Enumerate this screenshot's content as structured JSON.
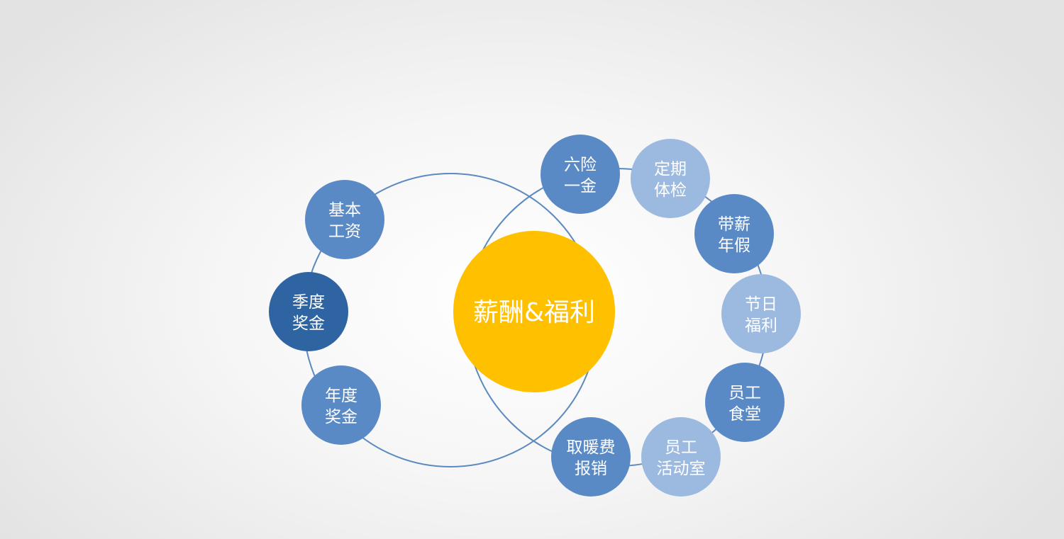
{
  "colors": {
    "center": "#FFC000",
    "medium": "#5A8AC6",
    "dark": "#2F64A3",
    "light": "#9CBAE0",
    "ring": "#5B8AC0"
  },
  "center": {
    "label": "薪酬&福利"
  },
  "salary_group": [
    {
      "lines": [
        "基本",
        "工资"
      ],
      "tone": "medium"
    },
    {
      "lines": [
        "季度",
        "奖金"
      ],
      "tone": "dark"
    },
    {
      "lines": [
        "年度",
        "奖金"
      ],
      "tone": "medium"
    }
  ],
  "benefit_group": [
    {
      "lines": [
        "六险",
        "一金"
      ],
      "tone": "medium"
    },
    {
      "lines": [
        "定期",
        "体检"
      ],
      "tone": "light"
    },
    {
      "lines": [
        "带薪",
        "年假"
      ],
      "tone": "medium"
    },
    {
      "lines": [
        "节日",
        "福利"
      ],
      "tone": "light"
    },
    {
      "lines": [
        "员工",
        "食堂"
      ],
      "tone": "medium"
    },
    {
      "lines": [
        "员工",
        "活动室"
      ],
      "tone": "light"
    },
    {
      "lines": [
        "取暖费",
        "报销"
      ],
      "tone": "medium"
    }
  ]
}
